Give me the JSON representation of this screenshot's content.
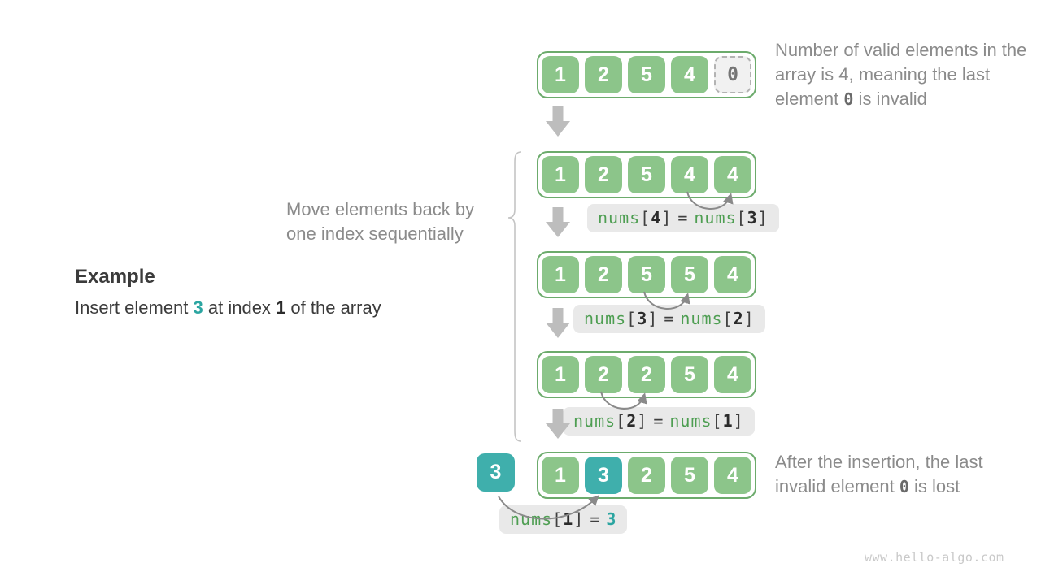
{
  "example": {
    "title": "Example",
    "sentence": {
      "before": "Insert element ",
      "value": "3",
      "middle": " at index ",
      "index": "1",
      "after": " of the array"
    }
  },
  "captions": {
    "top_right": {
      "before": "Number of valid elements in the array is 4, meaning the last element ",
      "code": "0",
      "after": " is invalid"
    },
    "middle_left": "Move elements back by one index sequentially",
    "bottom_right": {
      "before": "After the insertion, the last invalid element ",
      "code": "0",
      "after": " is lost"
    }
  },
  "inserted_value": "3",
  "arrays": [
    {
      "cells": [
        "1",
        "2",
        "5",
        "4",
        "0"
      ]
    },
    {
      "cells": [
        "1",
        "2",
        "5",
        "4",
        "4"
      ]
    },
    {
      "cells": [
        "1",
        "2",
        "5",
        "5",
        "4"
      ]
    },
    {
      "cells": [
        "1",
        "2",
        "2",
        "5",
        "4"
      ]
    },
    {
      "cells": [
        "1",
        "3",
        "2",
        "5",
        "4"
      ]
    }
  ],
  "labels": [
    {
      "name_a": "nums",
      "open_a": "[",
      "index_a": "4",
      "close_a": "]",
      "equals": "=",
      "name_b": "nums",
      "open_b": "[",
      "index_b": "3",
      "close_b": "]"
    },
    {
      "name_a": "nums",
      "open_a": "[",
      "index_a": "3",
      "close_a": "]",
      "equals": "=",
      "name_b": "nums",
      "open_b": "[",
      "index_b": "2",
      "close_b": "]"
    },
    {
      "name_a": "nums",
      "open_a": "[",
      "index_a": "2",
      "close_a": "]",
      "equals": "=",
      "name_b": "nums",
      "open_b": "[",
      "index_b": "1",
      "close_b": "]"
    },
    {
      "name_a": "nums",
      "open_a": "[",
      "index_a": "1",
      "close_a": "]",
      "equals": "=",
      "value": "3"
    }
  ],
  "watermark": "www.hello-algo.com",
  "colors": {
    "cell_green": "#8cc58a",
    "container_border_green": "#6cab6c",
    "teal": "#3fafac",
    "code_green": "#4e9e52",
    "label_bg": "#e9e9e9",
    "gray_text": "#8b8b8b",
    "dark_text": "#3b3b3b",
    "block_arrow_gray": "#bdbdbd",
    "curve_arrow_gray": "#8a8a8a"
  }
}
